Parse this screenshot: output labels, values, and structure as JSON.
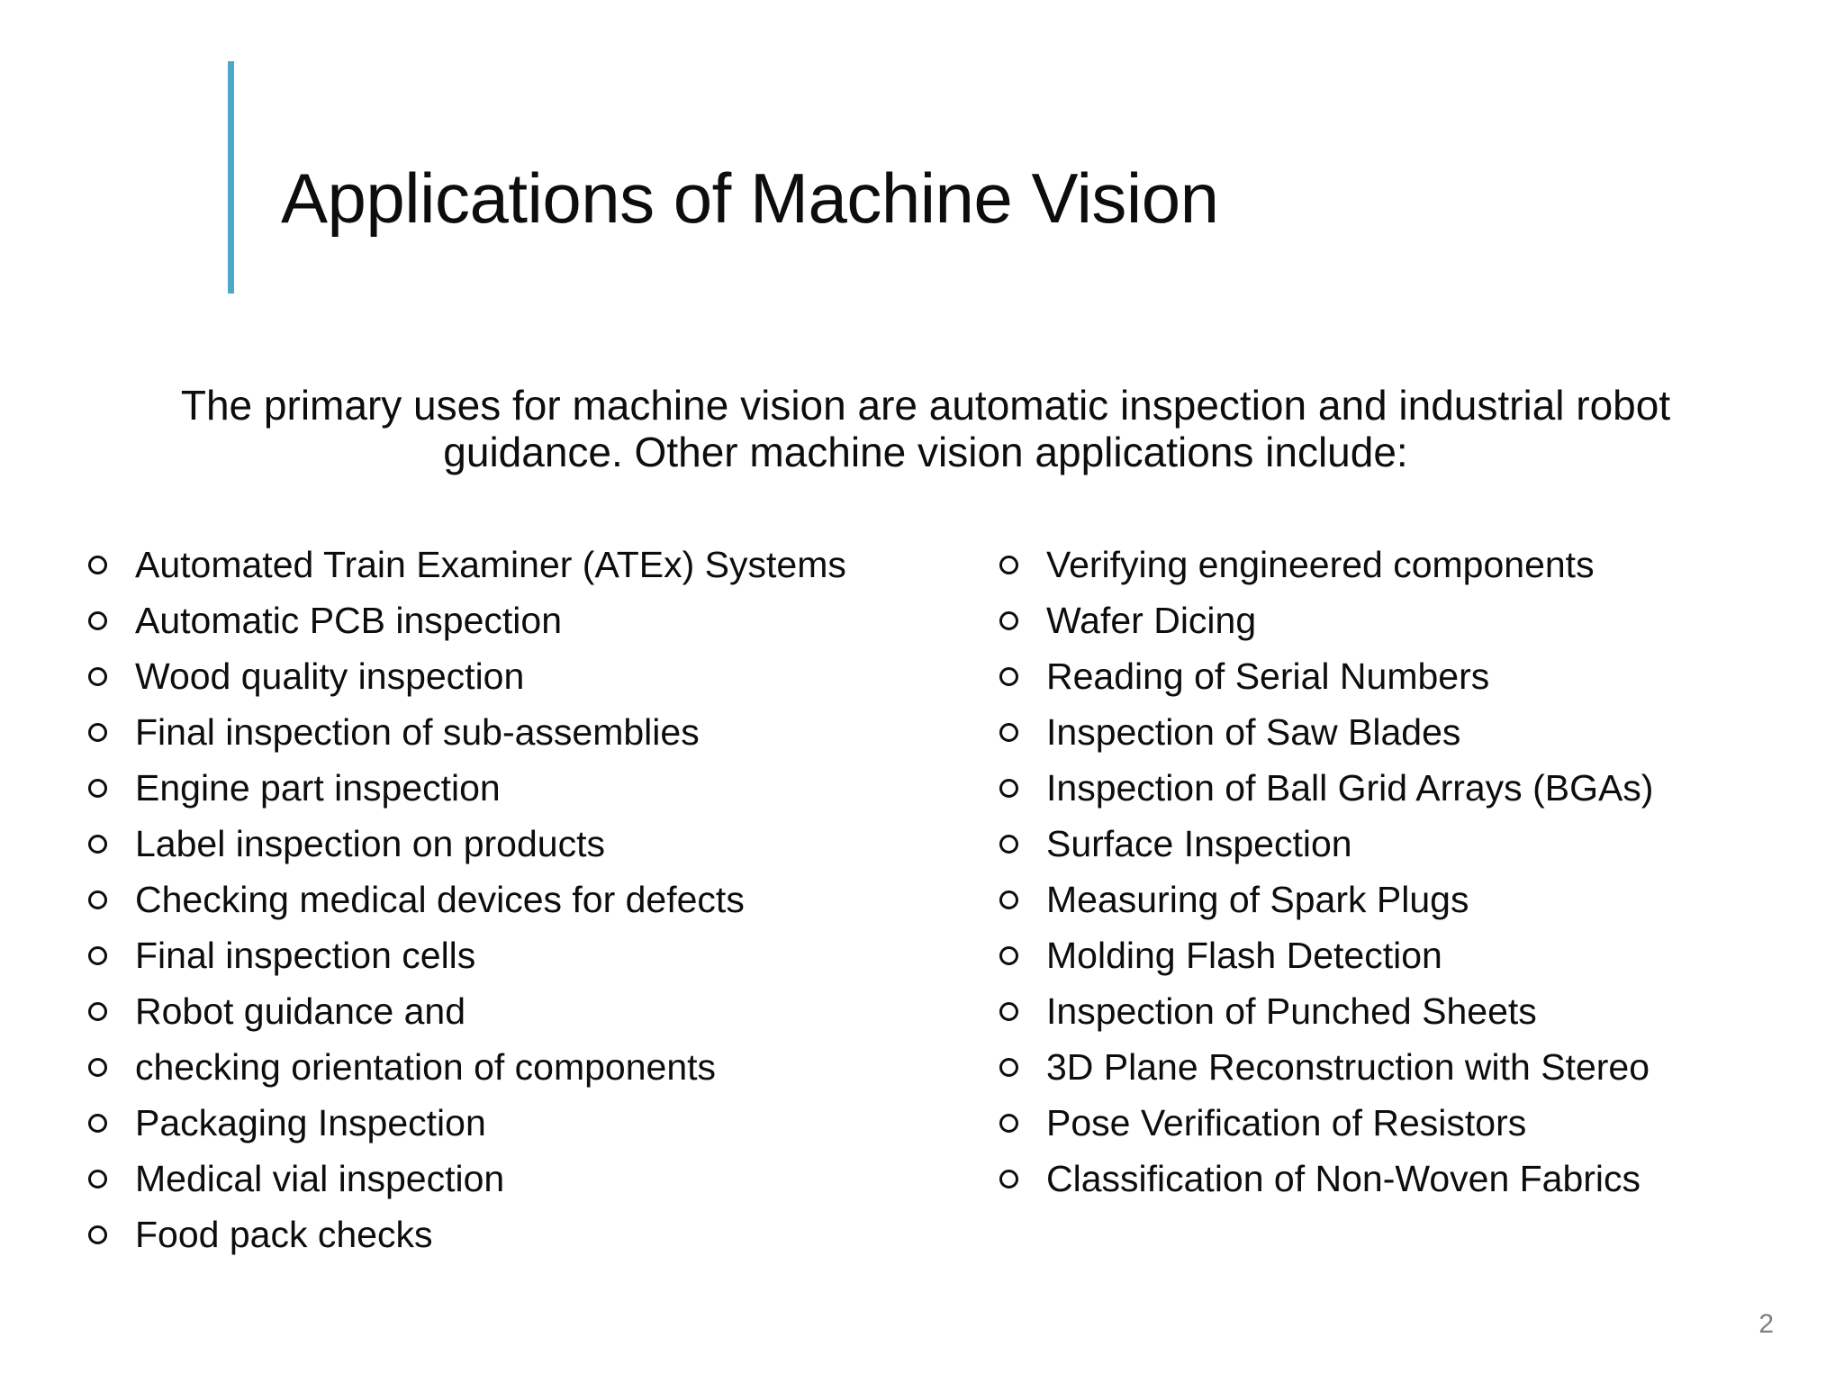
{
  "slide": {
    "title": "Applications of Machine Vision",
    "accent_color": "#4FA8CC",
    "background_color": "#FFFFFF",
    "text_color": "#0D0D0D",
    "intro": "The primary uses for machine vision are automatic inspection and industrial robot guidance. Other machine vision applications include:",
    "page_number": "2",
    "page_number_color": "#7F7F7F",
    "bullet_glyph": "o",
    "columns": {
      "left": [
        "Automated Train Examiner (ATEx) Systems",
        "Automatic PCB inspection",
        "Wood quality inspection",
        "Final inspection of sub-assemblies",
        "Engine part inspection",
        "Label inspection on products",
        "Checking medical devices for defects",
        "Final inspection cells",
        "Robot guidance and",
        "checking orientation of components",
        "Packaging Inspection",
        "Medical vial inspection",
        "Food pack checks"
      ],
      "right": [
        "Verifying engineered components",
        "Wafer Dicing",
        "Reading of Serial Numbers",
        "Inspection of Saw Blades",
        "Inspection of Ball Grid Arrays (BGAs)",
        "Surface Inspection",
        "Measuring of Spark Plugs",
        "Molding Flash Detection",
        "Inspection of Punched Sheets",
        "3D Plane Reconstruction with Stereo",
        "Pose Verification of Resistors",
        "Classification of Non-Woven Fabrics"
      ]
    }
  }
}
